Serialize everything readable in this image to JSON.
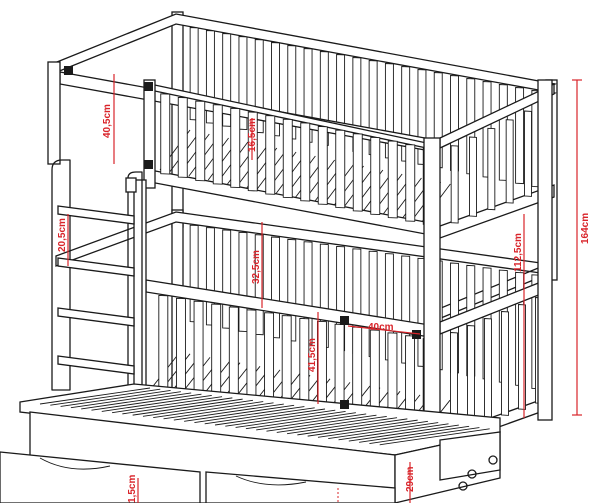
{
  "colors": {
    "line": "#1a1a1a",
    "dimension": "#d9242a",
    "background": "#ffffff"
  },
  "dimensions": {
    "upper_rail_height": "40,5cm",
    "upper_guard_gap": "16,5cm",
    "ladder_step": "20,5cm",
    "lower_bunk_clearance": "32,5cm",
    "entry_opening": "40cm",
    "lower_rail_height": "41,5cm",
    "upper_bed_height": "112,5cm",
    "total_height": "164cm",
    "trundle_height": "29cm",
    "drawer_height": "1,5cm"
  }
}
